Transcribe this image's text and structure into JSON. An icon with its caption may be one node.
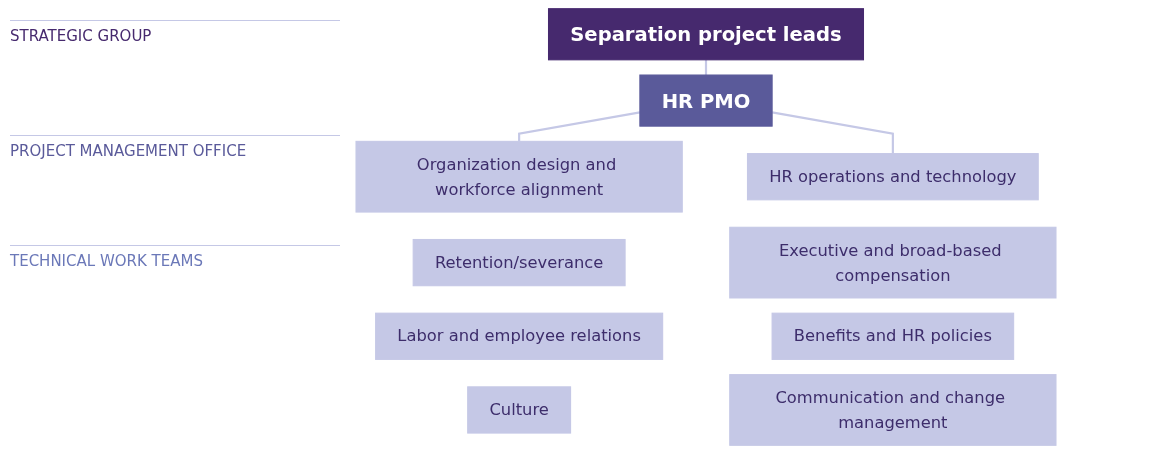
{
  "diagram": {
    "nodes": [
      {
        "text": [
          "Separation project leads"
        ]
      },
      {
        "text": [
          "HR PMO"
        ]
      },
      {
        "text": [
          "Organization design and workforce alignment"
        ]
      },
      {
        "text": [
          "Retention/severance"
        ]
      },
      {
        "text": [
          "Labor and employee relations"
        ]
      },
      {
        "text": [
          "Culture"
        ]
      },
      {
        "text": [
          "HR operations and technology"
        ]
      },
      {
        "text": [
          "Executive and broad-based compensation"
        ]
      },
      {
        "text": [
          "Benefits and HR policies"
        ]
      },
      {
        "text": [
          "Communication and change management"
        ]
      }
    ],
    "edges": [
      {
        "from": 0,
        "to": 1,
        "arrow": "none"
      },
      {
        "from": 1,
        "to": 2,
        "arrow": "none"
      },
      {
        "from": 1,
        "to": 6,
        "arrow": "none"
      }
    ],
    "labels": [
      "STRATEGIC GROUP",
      "PROJECT MANAGEMENT OFFICE",
      "TECHNICAL WORK TEAMS"
    ]
  }
}
